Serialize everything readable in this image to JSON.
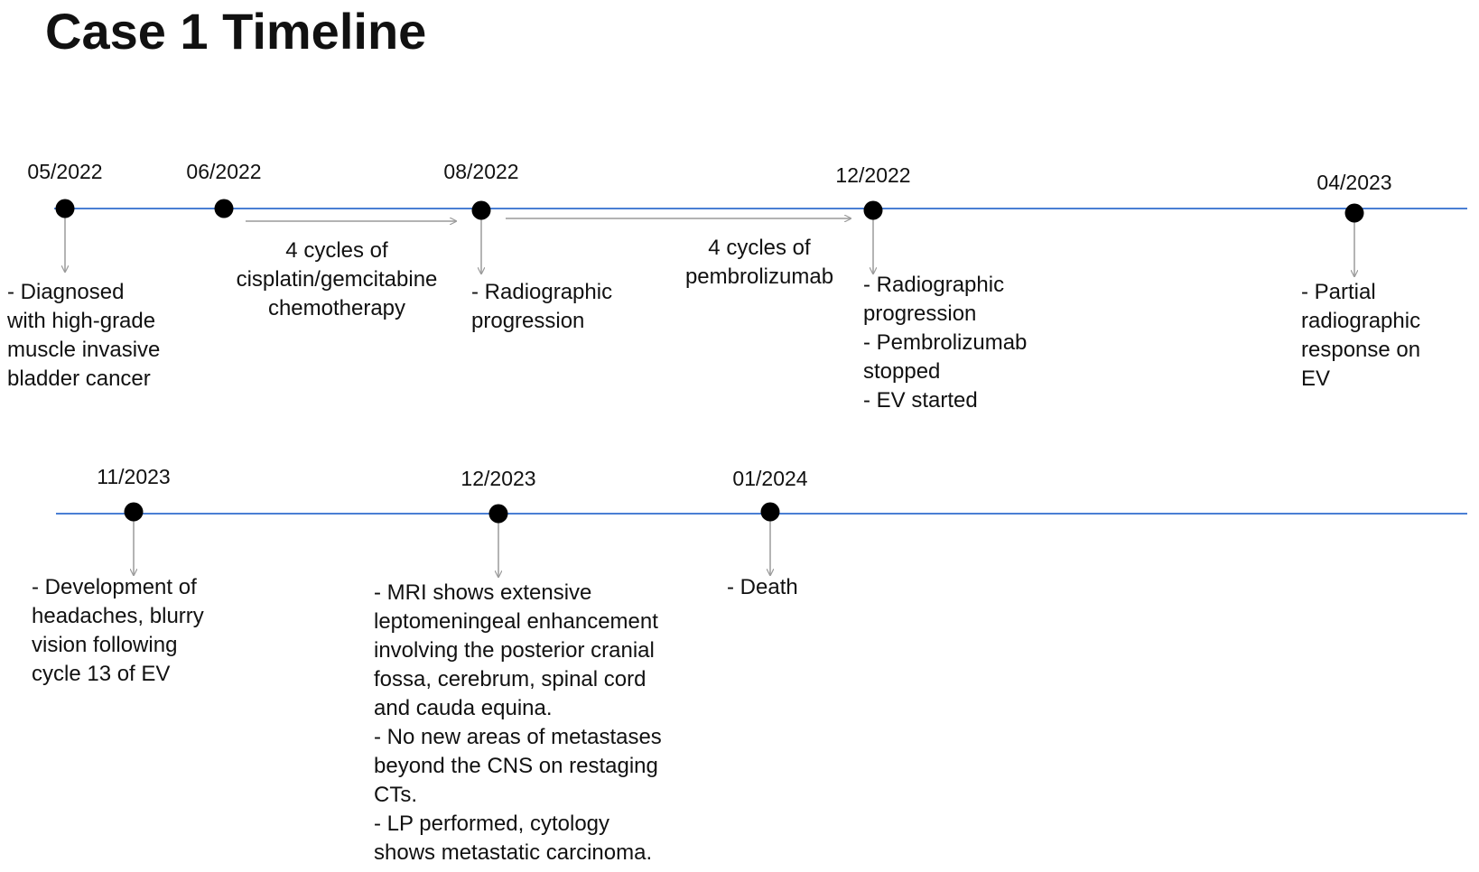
{
  "title": "Case 1 Timeline",
  "colors": {
    "timeline_line": "#4a7fd4",
    "marker": "#000000",
    "connector": "#9a9a9a",
    "text": "#111111"
  },
  "timelines": [
    {
      "events": [
        {
          "date": "05/2022",
          "description": [
            "- Diagnosed",
            "with high-grade",
            "muscle invasive",
            "bladder cancer"
          ]
        },
        {
          "date": "06/2022",
          "description": []
        },
        {
          "date": "08/2022",
          "description": [
            "- Radiographic",
            "progression"
          ]
        },
        {
          "date": "12/2022",
          "description": [
            "- Radiographic",
            "progression",
            "- Pembrolizumab",
            "stopped",
            "- EV started"
          ]
        },
        {
          "date": "04/2023",
          "description": [
            "- Partial",
            "radiographic",
            "response on",
            "EV"
          ]
        }
      ],
      "treatments": [
        {
          "label": [
            "4 cycles of",
            "cisplatin/gemcitabine",
            "chemotherapy"
          ]
        },
        {
          "label": [
            "4 cycles of",
            "pembrolizumab"
          ]
        }
      ]
    },
    {
      "events": [
        {
          "date": "11/2023",
          "description": [
            "- Development of",
            "headaches, blurry",
            "vision following",
            "cycle 13 of EV"
          ]
        },
        {
          "date": "12/2023",
          "description": [
            "- MRI shows extensive",
            "leptomeningeal enhancement",
            "involving the posterior cranial",
            "fossa, cerebrum, spinal cord",
            "and cauda equina.",
            "- No new areas of metastases",
            "beyond the CNS on restaging",
            "CTs.",
            "- LP performed, cytology",
            "shows metastatic carcinoma."
          ]
        },
        {
          "date": "01/2024",
          "description": [
            "- Death"
          ]
        }
      ],
      "treatments": []
    }
  ]
}
